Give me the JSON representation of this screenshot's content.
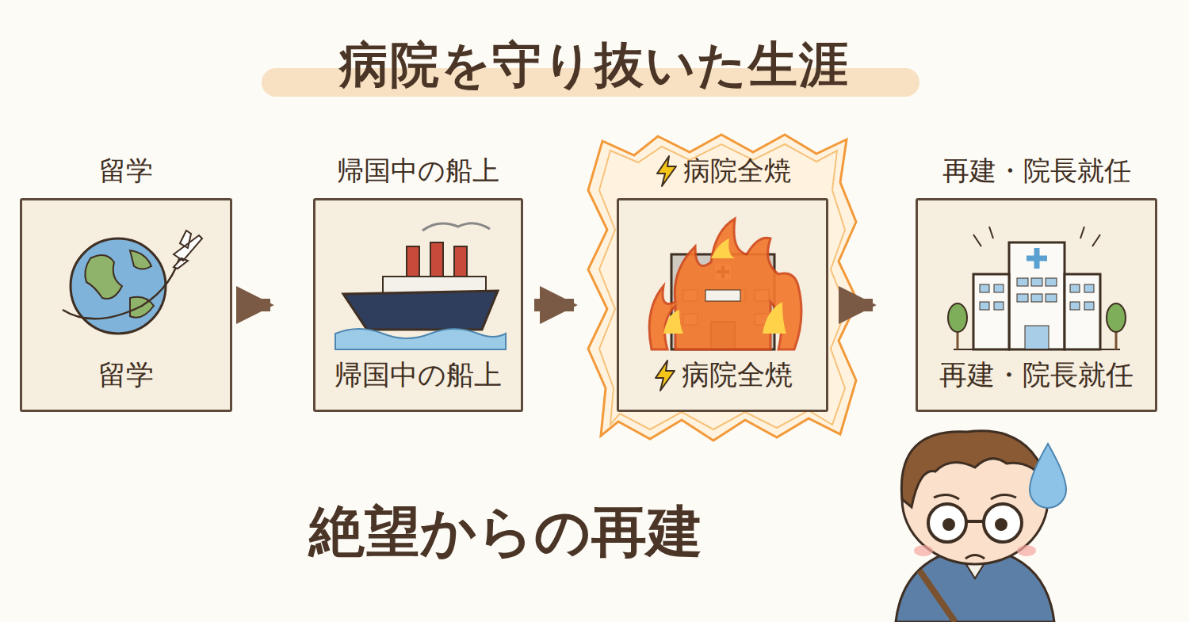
{
  "diagram": {
    "title": "病院を守り抜いた生涯",
    "nodes": [
      {
        "text": [
          "留学",
          "留学"
        ]
      },
      {
        "text": [
          "帰国中の船上",
          "帰国中の船上"
        ]
      },
      {
        "text": [
          "病院全焼",
          "病院全焼"
        ]
      },
      {
        "text": [
          "再建・院長就任",
          "再建・院長就任"
        ]
      }
    ],
    "edges": [
      {
        "from": 0,
        "to": 1,
        "arrow": "to"
      },
      {
        "from": 1,
        "to": 2,
        "arrow": "to"
      },
      {
        "from": 2,
        "to": 3,
        "arrow": "to"
      }
    ],
    "labels": [
      "絶望からの再建"
    ]
  }
}
